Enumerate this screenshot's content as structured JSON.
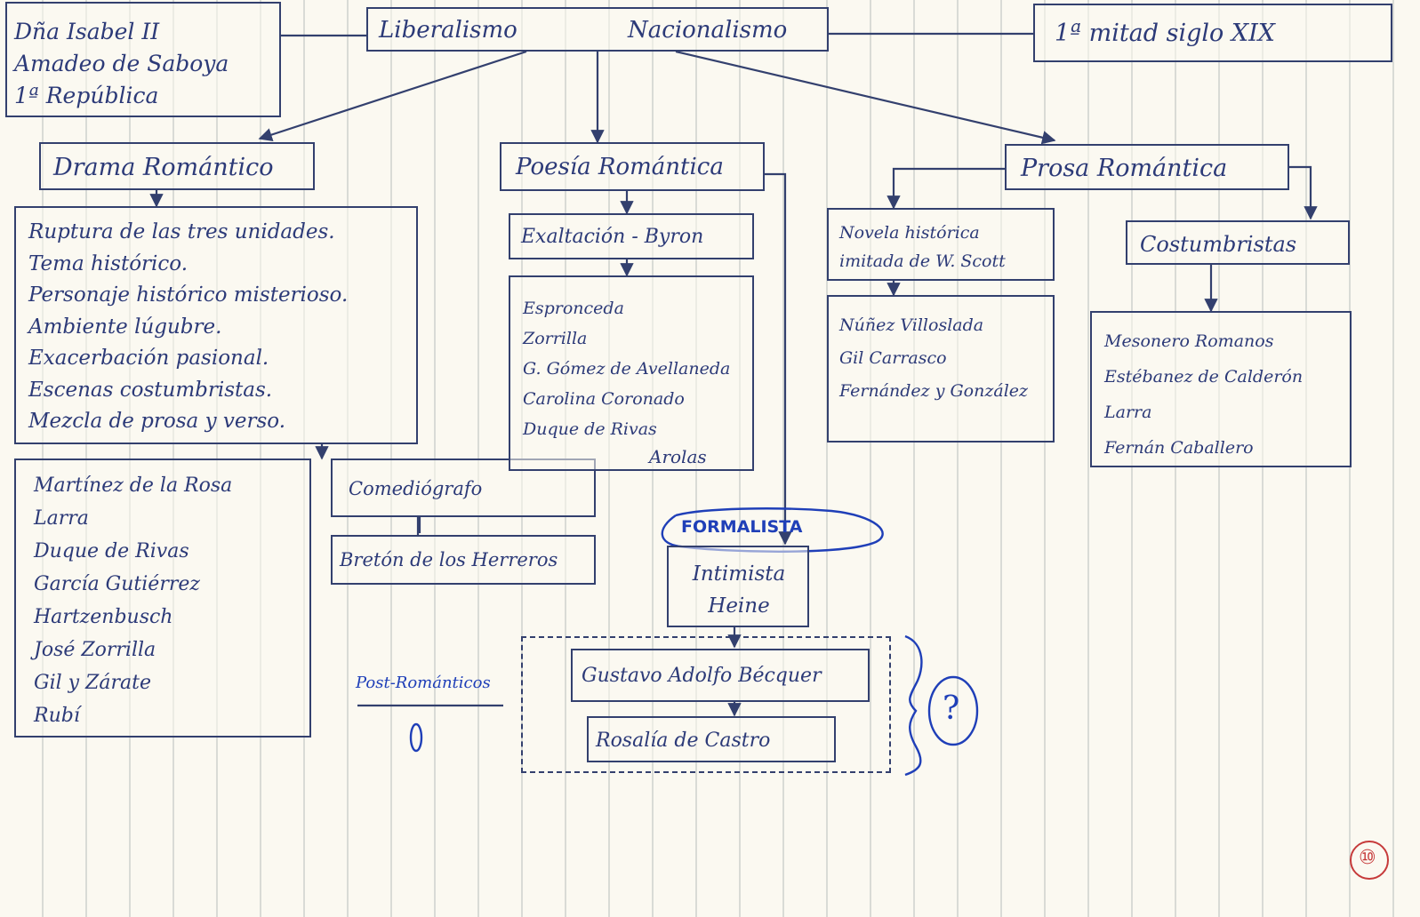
{
  "header": {
    "center_left": "Liberalismo",
    "center_right": "Nacionalismo",
    "left_lines": [
      "Dña Isabel II",
      "Amadeo de Saboya",
      "1ª República"
    ],
    "right": "1ª mitad siglo XIX"
  },
  "drama": {
    "title": "Drama Romántico",
    "features": [
      "Ruptura de las tres unidades.",
      "Tema histórico.",
      "Personaje histórico misterioso.",
      "Ambiente lúgubre.",
      "Exacerbación pasional.",
      "Escenas costumbristas.",
      "Mezcla de prosa y verso."
    ],
    "authors": [
      "Martínez de la Rosa",
      "Larra",
      "Duque de Rivas",
      "García Gutiérrez",
      "Hartzenbusch",
      "José Zorrilla",
      "Gil y Zárate",
      "Rubí"
    ],
    "comedy_title": "Comediógrafo",
    "comedy_author": "Bretón de los Herreros"
  },
  "poesia": {
    "title": "Poesía Romántica",
    "branch": "Exaltación - Byron",
    "authors": [
      "Espronceda",
      "Zorrilla",
      "G. Gómez de Avellaneda",
      "Carolina Coronado",
      "Duque de Rivas",
      "Arolas"
    ],
    "formalista": "FORMALISTA",
    "intimista_lines": [
      "Intimista",
      "Heine"
    ],
    "post_label": "Post-Románticos",
    "post_authors": [
      "Gustavo Adolfo Bécquer",
      "Rosalía de Castro"
    ],
    "question": "?"
  },
  "prosa": {
    "title": "Prosa Romántica",
    "novela_lines": [
      "Novela histórica",
      "imitada de W. Scott"
    ],
    "novela_authors": [
      "Núñez Villoslada",
      "Gil Carrasco",
      "Fernández y González"
    ],
    "costumbristas_title": "Costumbristas",
    "costumbristas_authors": [
      "Mesonero Romanos",
      "Estébanez de Calderón",
      "Larra",
      "Fernán Caballero"
    ]
  },
  "stamp": "⑩"
}
